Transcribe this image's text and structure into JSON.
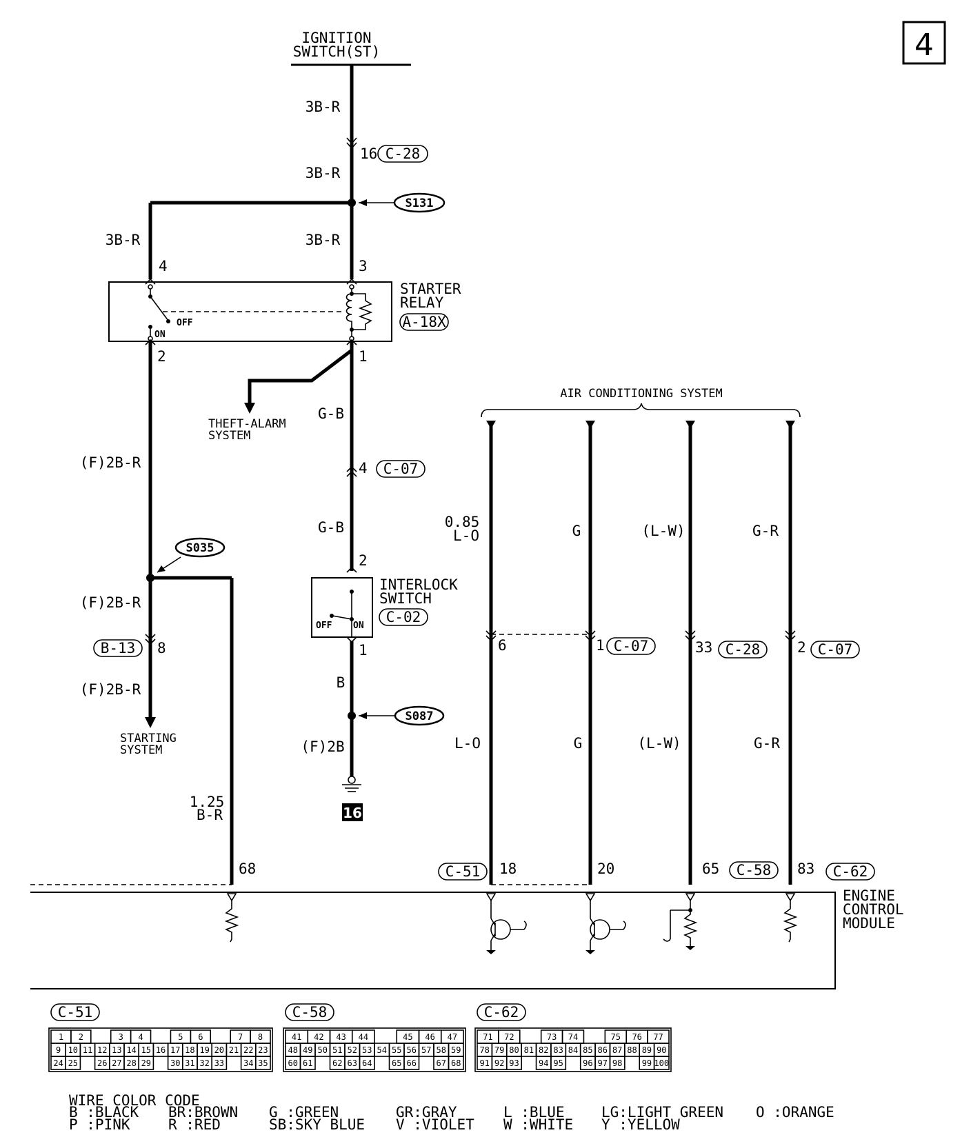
{
  "page_number": "4",
  "ignition": {
    "line1": "IGNITION",
    "line2": "SWITCH(ST)"
  },
  "wires": {
    "w3BR_a": "3B-R",
    "w3BR_b": "3B-R",
    "w3BR_c": "3B-R",
    "w3BR_d": "3B-R",
    "gb_a": "G-B",
    "gb_b": "G-B",
    "f2br_a": "(F)2B-R",
    "f2br_b": "(F)2B-R",
    "f2br_c": "(F)2B-R",
    "b": "B",
    "f2b": "(F)2B",
    "br125_1": "1.25",
    "br125_2": "B-R",
    "lo085_1": "0.85",
    "lo085_2": "L-O",
    "g_top": "G",
    "lw_top": "(L-W)",
    "gr_top": "G-R",
    "lo_bot": "L-O",
    "g_bot": "G",
    "lw_bot": "(L-W)",
    "gr_bot": "G-R"
  },
  "pins": {
    "p16": "16",
    "p4": "4",
    "p3": "3",
    "p2": "2",
    "p1": "1",
    "c07_4": "4",
    "int2": "2",
    "int1": "1",
    "b13_8": "8",
    "ac6": "6",
    "ac1": "1",
    "ac33": "33",
    "ac2": "2",
    "ecm68": "68",
    "ecm18": "18",
    "ecm20": "20",
    "ecm65": "65",
    "ecm83": "83"
  },
  "connectors": {
    "c28_a": "C-28",
    "c07_a": "C-07",
    "c02": "C-02",
    "b13": "B-13",
    "c07_b": "C-07",
    "c28_b": "C-28",
    "c07_c": "C-07",
    "c51": "C-51",
    "c58": "C-58",
    "c62": "C-62",
    "a18x": "A-18X"
  },
  "splices": {
    "s131": "S131",
    "s035": "S035",
    "s087": "S087"
  },
  "starter_relay": {
    "line1": "STARTER",
    "line2": "RELAY",
    "off": "OFF",
    "on": "ON"
  },
  "interlock": {
    "line1": "INTERLOCK",
    "line2": "SWITCH",
    "off": "OFF",
    "on": "ON"
  },
  "theft": {
    "line1": "THEFT-ALARM",
    "line2": "SYSTEM"
  },
  "starting": {
    "line1": "STARTING",
    "line2": "SYSTEM"
  },
  "ground_id": "16",
  "ac_system": "AIR CONDITIONING SYSTEM",
  "ecm": {
    "line1": "ENGINE",
    "line2": "CONTROL",
    "line3": "MODULE"
  },
  "face_views": {
    "c51": {
      "title": "C-51",
      "rows": [
        [
          "1",
          "2",
          "",
          "3",
          "4",
          "",
          "5",
          "6",
          "",
          "7",
          "8"
        ],
        [
          "9",
          "10",
          "11",
          "12",
          "13",
          "14",
          "15",
          "16",
          "17",
          "18",
          "19",
          "20",
          "21",
          "22",
          "23"
        ],
        [
          "24",
          "25",
          "",
          "26",
          "27",
          "28",
          "29",
          "",
          "30",
          "31",
          "32",
          "33",
          "",
          "34",
          "35"
        ]
      ]
    },
    "c58": {
      "title": "C-58",
      "rows": [
        [
          "41",
          "42",
          "43",
          "44",
          "",
          "45",
          "46",
          "47"
        ],
        [
          "48",
          "49",
          "50",
          "51",
          "52",
          "53",
          "54",
          "55",
          "56",
          "57",
          "58",
          "59"
        ],
        [
          "60",
          "61",
          "",
          "62",
          "63",
          "64",
          "",
          "65",
          "66",
          "",
          "67",
          "68"
        ]
      ]
    },
    "c62": {
      "title": "C-62",
      "rows": [
        [
          "71",
          "72",
          "",
          "73",
          "74",
          "",
          "75",
          "76",
          "77"
        ],
        [
          "78",
          "79",
          "80",
          "81",
          "82",
          "83",
          "84",
          "85",
          "86",
          "87",
          "88",
          "89",
          "90"
        ],
        [
          "91",
          "92",
          "93",
          "",
          "94",
          "95",
          "",
          "96",
          "97",
          "98",
          "",
          "99",
          "100"
        ]
      ]
    }
  },
  "legend": {
    "title": "WIRE COLOR CODE",
    "row1": [
      "B :BLACK",
      "BR:BROWN",
      "G :GREEN",
      "GR:GRAY",
      "L :BLUE",
      "LG:LIGHT GREEN",
      "O :ORANGE"
    ],
    "row2": [
      "P :PINK",
      "R :RED",
      "SB:SKY BLUE",
      "V :VIOLET",
      "W :WHITE",
      "Y :YELLOW"
    ]
  }
}
